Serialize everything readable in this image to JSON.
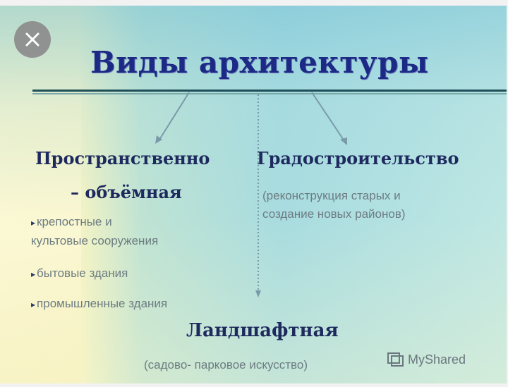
{
  "overlay": {
    "close_icon": "close-x-icon"
  },
  "slide": {
    "title": "Виды архитектуры",
    "left_heading_line1": "Пространственно",
    "left_heading_line2": "– объёмная",
    "right_heading": "Градостроительство",
    "right_note_line1": "(реконструкция старых и",
    "right_note_line2": "создание новых районов)",
    "bullets": [
      {
        "line1": "крепостные и",
        "line2": "культовые сооружения"
      },
      {
        "line1": "бытовые здания"
      },
      {
        "line1": "промышленные здания"
      }
    ],
    "bottom_heading": "Ландшафтная",
    "bottom_note": "(садово- парковое искусство)",
    "watermark": "MyShared"
  },
  "colors": {
    "title": "#1c2a86",
    "heading": "#1e2a5e",
    "note": "#6c7c82",
    "rule": "#1f4f58"
  }
}
